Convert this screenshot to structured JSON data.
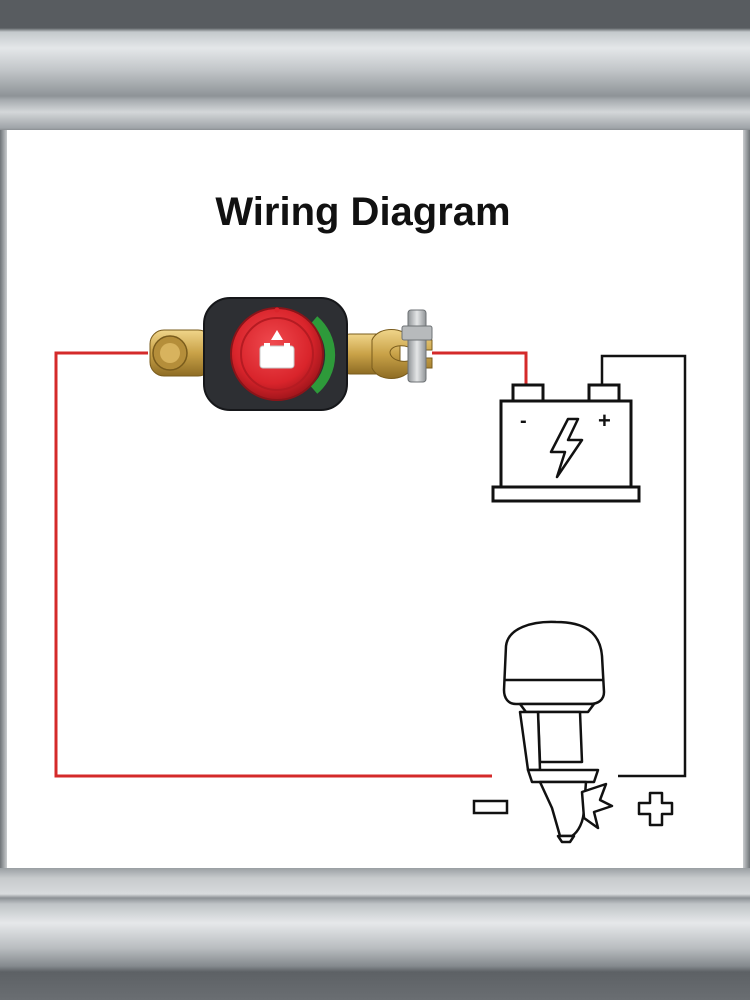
{
  "diagram": {
    "title": "Wiring Diagram",
    "components": {
      "switch": "battery-disconnect-switch",
      "battery": "battery",
      "motor": "outboard-motor"
    },
    "battery_labels": {
      "negative": "-",
      "positive": "+"
    },
    "motor_labels": {
      "negative": "minus-sign",
      "positive": "plus-sign"
    },
    "wires": [
      {
        "id": "red-wire",
        "color": "#d42a2a"
      },
      {
        "id": "black-wire",
        "color": "#111111"
      }
    ],
    "colors": {
      "frame_gray": "#b8bcc0",
      "switch_red": "#d9242b",
      "switch_green": "#2e9a3a",
      "brass": "#c9a248"
    }
  }
}
